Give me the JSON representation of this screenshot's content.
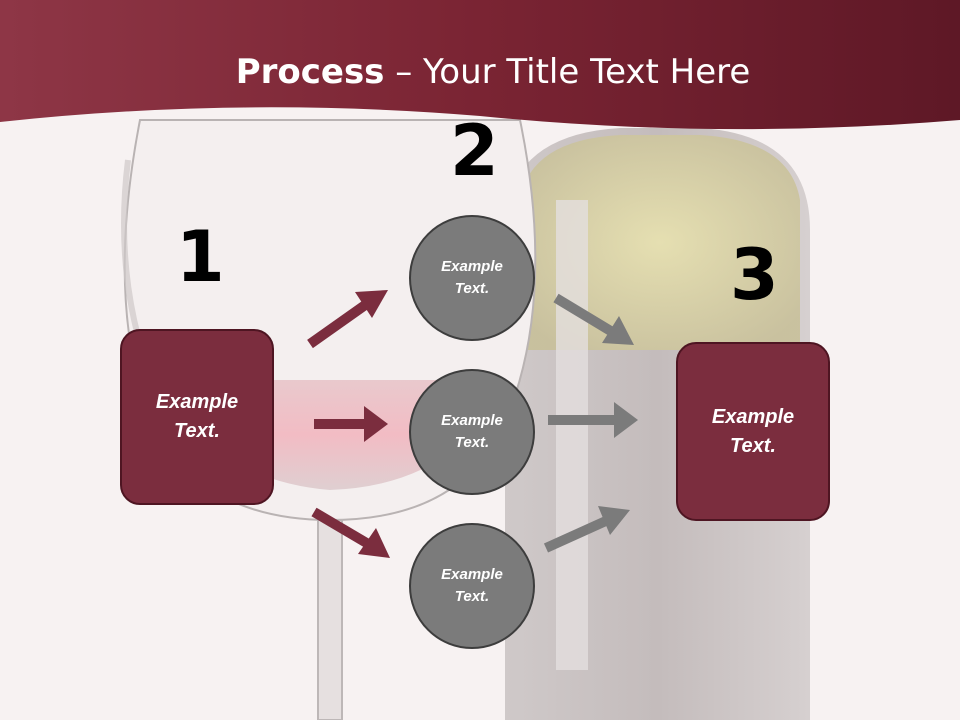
{
  "slide": {
    "title_bold": "Process",
    "title_rest": " – Your Title Text Here"
  },
  "colors": {
    "banner": "#7a2433",
    "box_fill": "#7b2d3e",
    "circle_fill": "#7b7b7b",
    "arrow_red": "#7b2d3e",
    "arrow_gray": "#7b7b7b"
  },
  "steps": [
    {
      "number": "1",
      "text": "Example\nText."
    },
    {
      "number": "2",
      "items": [
        "Example\nText.",
        "Example\nText.",
        "Example\nText."
      ]
    },
    {
      "number": "3",
      "text": "Example\nText."
    }
  ]
}
